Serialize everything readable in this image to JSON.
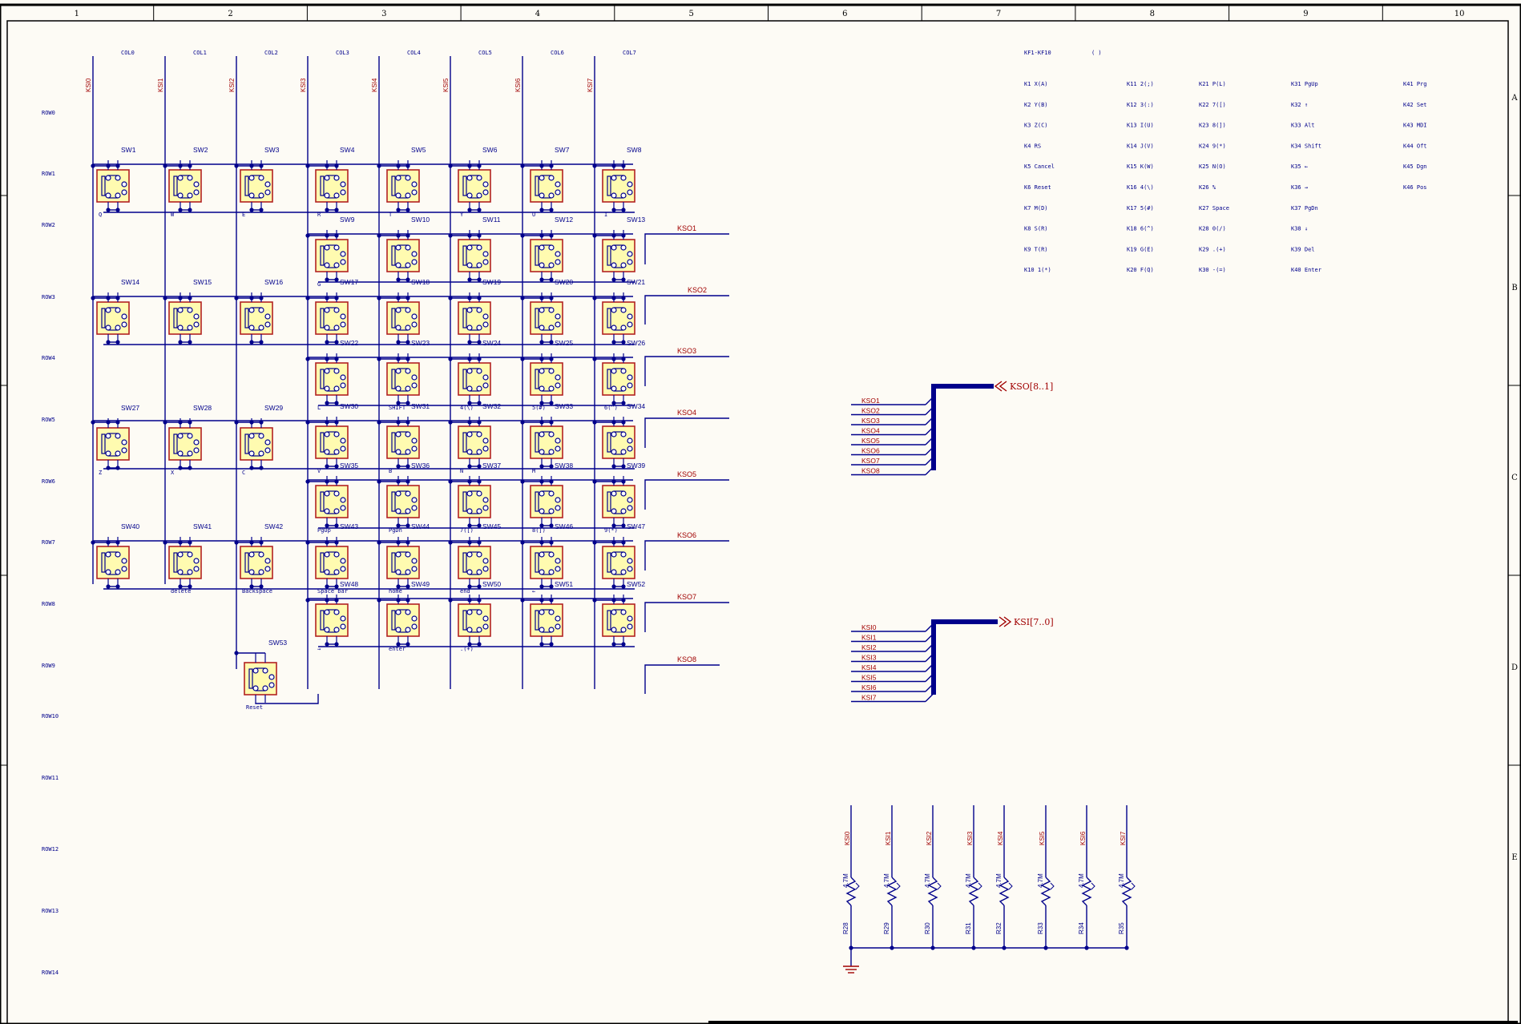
{
  "frame": {
    "columns": [
      "1",
      "2",
      "3",
      "4",
      "5",
      "6",
      "7",
      "8",
      "9",
      "10"
    ],
    "rows": [
      "A",
      "B",
      "C",
      "D",
      "E"
    ]
  },
  "col_labels": [
    "COL0",
    "COL1",
    "COL2",
    "COL3",
    "COL4",
    "COL5",
    "COL6",
    "COL7"
  ],
  "ksi_labels": [
    "KSI0",
    "KSI1",
    "KSI2",
    "KSI3",
    "KSI4",
    "KSI5",
    "KSI6",
    "KSI7"
  ],
  "row_labels": [
    "ROW0",
    "ROW1",
    "ROW2",
    "ROW3",
    "ROW4",
    "ROW5",
    "ROW6",
    "ROW7",
    "ROW8",
    "ROW9",
    "ROW10",
    "ROW11",
    "ROW12",
    "ROW13",
    "ROW14"
  ],
  "switch_rows": [
    {
      "cols": [
        0,
        1,
        2,
        3,
        4,
        5,
        6,
        7
      ],
      "start": 1,
      "keys": [
        "Q",
        "W",
        "E",
        "R",
        "T",
        "Y",
        "U",
        "I"
      ]
    },
    {
      "cols": [
        3,
        4,
        5,
        6,
        7
      ],
      "start": 9,
      "keys": [
        "G",
        "",
        "",
        "",
        ""
      ]
    },
    {
      "cols": [
        0,
        1,
        2,
        3,
        4,
        5,
        6,
        7
      ],
      "start": 14,
      "keys": [
        "",
        "",
        "",
        "",
        "",
        "",
        "",
        ""
      ]
    },
    {
      "cols": [
        3,
        4,
        5,
        6,
        7
      ],
      "start": 22,
      "keys": [
        "L",
        "SHIFT",
        "4(\\)",
        "5(#)",
        "6(^)"
      ]
    },
    {
      "cols": [
        0,
        1,
        2,
        3,
        4,
        5,
        6,
        7
      ],
      "start": 27,
      "keys": [
        "Z",
        "X",
        "C",
        "V",
        "B",
        "N",
        "M",
        ""
      ]
    },
    {
      "cols": [
        3,
        4,
        5,
        6,
        7
      ],
      "start": 35,
      "keys": [
        "PgUp",
        "PgDn",
        "7([)",
        "8(])",
        "9(*)"
      ]
    },
    {
      "cols": [
        0,
        1,
        2,
        3,
        4,
        5,
        6,
        7
      ],
      "start": 40,
      "keys": [
        "",
        "delete",
        "Backspace",
        "Space bar",
        "home",
        "end",
        "←",
        ""
      ]
    },
    {
      "cols": [
        3,
        4,
        5,
        6,
        7
      ],
      "start": 48,
      "keys": [
        "→",
        "enter",
        ".(+)",
        "",
        ""
      ]
    }
  ],
  "sw53": {
    "label": "SW53",
    "key": "Reset"
  },
  "kso_outputs": [
    "KSO1",
    "KSO2",
    "KSO3",
    "KSO4",
    "KSO5",
    "KSO6",
    "KSO7",
    "KSO8"
  ],
  "bus_kso": {
    "label": "KSO[8..1]",
    "nets": [
      "KSO1",
      "KSO2",
      "KSO3",
      "KSO4",
      "KSO5",
      "KSO6",
      "KSO7",
      "KSO8"
    ]
  },
  "bus_ksi": {
    "label": "KSI[7..0]",
    "nets": [
      "KSI0",
      "KSI1",
      "KSI2",
      "KSI3",
      "KSI4",
      "KSI5",
      "KSI6",
      "KSI7"
    ]
  },
  "resistors": [
    {
      "net": "KSI0",
      "value": "4.7M",
      "ref": "R28"
    },
    {
      "net": "KSI1",
      "value": "4.7M",
      "ref": "R29"
    },
    {
      "net": "KSI2",
      "value": "4.7M",
      "ref": "R30"
    },
    {
      "net": "KSI3",
      "value": "4.7M",
      "ref": "R31"
    },
    {
      "net": "KSI4",
      "value": "4.7M",
      "ref": "R32"
    },
    {
      "net": "KSI5",
      "value": "4.7M",
      "ref": "R33"
    },
    {
      "net": "KSI6",
      "value": "4.7M",
      "ref": "R34"
    },
    {
      "net": "KSI7",
      "value": "4.7M",
      "ref": "R35"
    }
  ],
  "key_table": {
    "title": "KF1-KF10",
    "paren": "(        )",
    "columns": [
      [
        "K1  X(A)",
        "K2  Y(B)",
        "K3  Z(C)",
        "K4  RS",
        "K5  Cancel",
        "K6  Reset",
        "K7  M(D)",
        "K8  S(R)",
        "K9  T(R)",
        "K10  1(*)"
      ],
      [
        "K11  2(;)",
        "K12  3(:)",
        "K13  I(U)",
        "K14  J(V)",
        "K15  K(W)",
        "K16  4(\\)",
        "K17  5(#)",
        "K18  6(^)",
        "K19  G(E)",
        "K20  F(Q)"
      ],
      [
        "K21  P(L)",
        "K22  7([)",
        "K23  8(])",
        "K24  9(*)",
        "K25  N(O)",
        "K26  %",
        "K27  Space",
        "K28  0(/)",
        "K29  .(+)",
        "K30  -(=)"
      ],
      [
        "K31  PgUp",
        "K32  ↑",
        "K33  Alt",
        "K34  Shift",
        "K35  ←",
        "K36  →",
        "K37  PgDn",
        "K38  ↓",
        "K39  Del",
        "K40  Enter"
      ],
      [
        "K41  Prg",
        "K42  Set",
        "K43  MDI",
        "K44  Oft",
        "K45  Dgn",
        "K46  Pos"
      ]
    ]
  },
  "colors": {
    "wire": "#00008b",
    "net": "#a00000",
    "part_fill": "#fffbb0",
    "part_stroke": "#b22222",
    "bus": "#00008b",
    "frame": "#000000"
  }
}
